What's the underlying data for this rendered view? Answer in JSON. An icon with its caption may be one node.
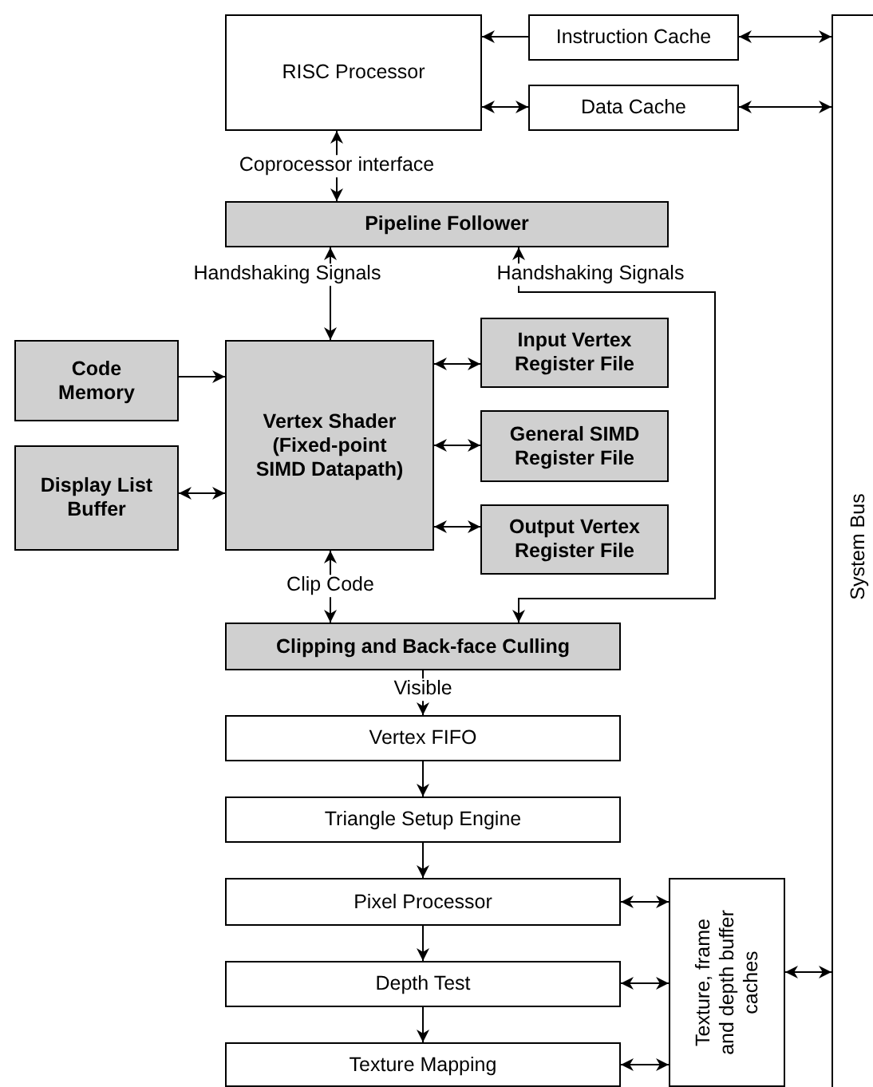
{
  "diagram": {
    "nodes": [
      {
        "text": [
          "RISC Processor"
        ]
      },
      {
        "text": [
          "Instruction Cache"
        ]
      },
      {
        "text": [
          "Data Cache"
        ]
      },
      {
        "text": [
          "Pipeline Follower"
        ]
      },
      {
        "text": [
          "Code Memory"
        ]
      },
      {
        "text": [
          "Display List Buffer"
        ]
      },
      {
        "text": [
          "Vertex Shader (Fixed-point SIMD Datapath)"
        ]
      },
      {
        "text": [
          "Input Vertex Register File"
        ]
      },
      {
        "text": [
          "General SIMD Register File"
        ]
      },
      {
        "text": [
          "Output Vertex Register File"
        ]
      },
      {
        "text": [
          "Clipping and Back-face Culling"
        ]
      },
      {
        "text": [
          "Vertex FIFO"
        ]
      },
      {
        "text": [
          "Triangle Setup Engine"
        ]
      },
      {
        "text": [
          "Pixel Processor"
        ]
      },
      {
        "text": [
          "Depth Test"
        ]
      },
      {
        "text": [
          "Texture Mapping"
        ]
      },
      {
        "text": [
          "Texture, frame and depth buffer caches"
        ]
      },
      {
        "text": [
          "System Bus"
        ]
      }
    ],
    "edges": [
      {
        "from": 1,
        "to": 0,
        "arrow": "to"
      },
      {
        "from": 0,
        "to": 2,
        "arrow": "both"
      },
      {
        "from": 1,
        "to": 17,
        "arrow": "both"
      },
      {
        "from": 2,
        "to": 17,
        "arrow": "both"
      },
      {
        "from": 0,
        "to": 3,
        "arrow": "both",
        "label": "Coprocessor interface"
      },
      {
        "from": 3,
        "to": 6,
        "arrow": "both",
        "label": "Handshaking Signals"
      },
      {
        "from": 3,
        "to": 10,
        "arrow": "both",
        "label": "Handshaking Signals"
      },
      {
        "from": 4,
        "to": 6,
        "arrow": "to"
      },
      {
        "from": 5,
        "to": 6,
        "arrow": "both"
      },
      {
        "from": 6,
        "to": 7,
        "arrow": "both"
      },
      {
        "from": 6,
        "to": 8,
        "arrow": "both"
      },
      {
        "from": 6,
        "to": 9,
        "arrow": "both"
      },
      {
        "from": 6,
        "to": 10,
        "arrow": "both",
        "label": "Clip Code"
      },
      {
        "from": 10,
        "to": 11,
        "arrow": "to",
        "label": "Visible"
      },
      {
        "from": 11,
        "to": 12,
        "arrow": "to"
      },
      {
        "from": 12,
        "to": 13,
        "arrow": "to"
      },
      {
        "from": 13,
        "to": 14,
        "arrow": "to"
      },
      {
        "from": 14,
        "to": 15,
        "arrow": "to"
      },
      {
        "from": 13,
        "to": 16,
        "arrow": "both"
      },
      {
        "from": 14,
        "to": 16,
        "arrow": "both"
      },
      {
        "from": 15,
        "to": 16,
        "arrow": "both"
      },
      {
        "from": 16,
        "to": 17,
        "arrow": "both"
      }
    ]
  }
}
